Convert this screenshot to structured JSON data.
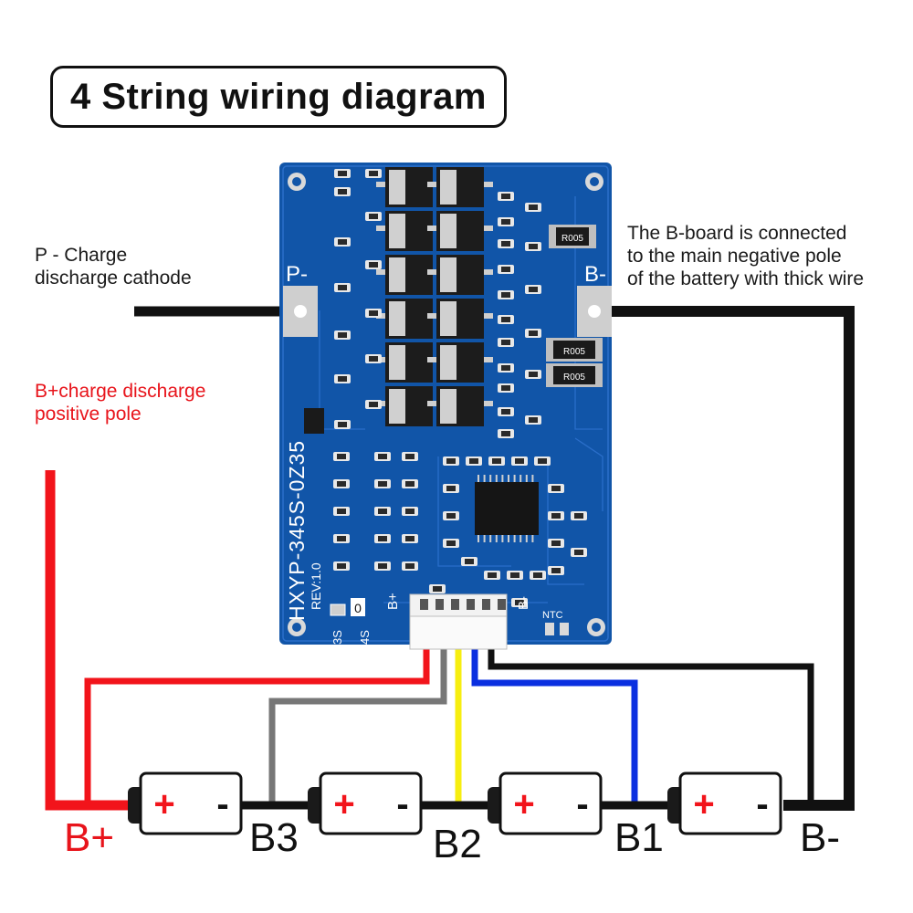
{
  "title": "4 String wiring diagram",
  "notes": {
    "p_minus": [
      "P - Charge",
      "discharge cathode"
    ],
    "b_plus": [
      "B+charge discharge",
      "positive pole"
    ],
    "b_board": [
      "The B-board is connected",
      "to the main negative pole",
      "of the battery with thick wire"
    ]
  },
  "terminal_labels": {
    "b_plus": "B+",
    "b3": "B3",
    "b2": "B2",
    "b1": "B1",
    "b_minus": "B-"
  },
  "board": {
    "model": "HXYP-345S-0Z35",
    "rev": "REV:1.0",
    "pad_p_minus": "P-",
    "pad_b_minus": "B-",
    "connector_b_plus": "B+",
    "connector_b_minus": "B-",
    "ntc": "NTC",
    "resistor": "R005",
    "select_3s": "3S",
    "select_4s": "4S",
    "select_value": "0"
  },
  "cell": {
    "plus": "+",
    "minus": "-"
  },
  "colors": {
    "board": "#1155a8",
    "trace": "#2a6ec9",
    "wire_red": "#f2141b",
    "wire_black": "#111111",
    "wire_gray": "#777777",
    "wire_yellow": "#f7ee10",
    "wire_blue": "#0a2fe0"
  }
}
